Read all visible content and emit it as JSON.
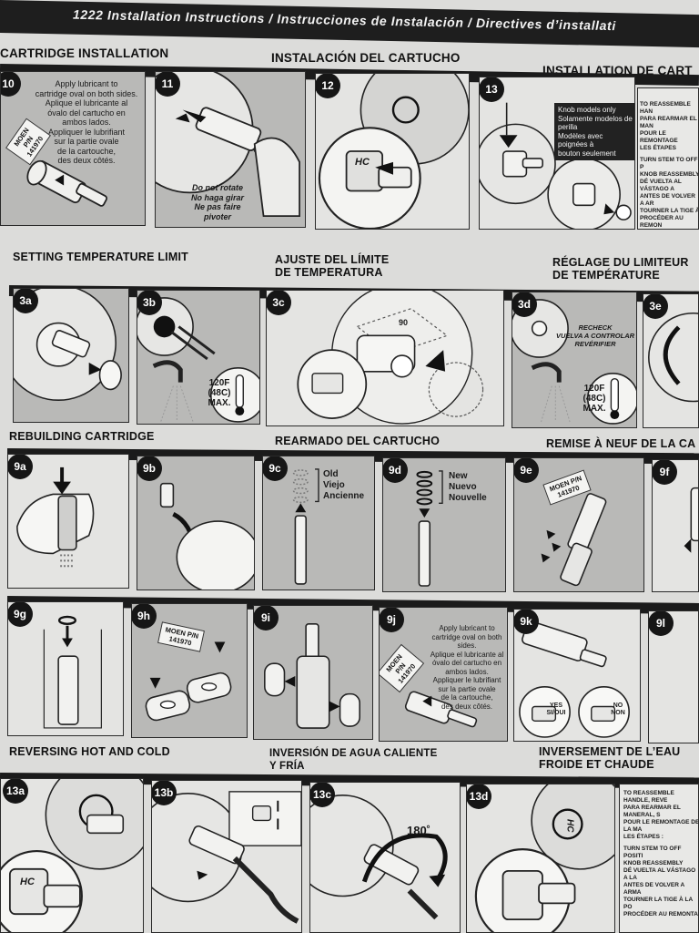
{
  "header": {
    "title": "1222  Installation Instructions / Instrucciones de Instalación / Directives d’installati"
  },
  "sections": {
    "cartridge": {
      "en": "CARTRIDGE INSTALLATION",
      "es": "INSTALACIÓN DEL CARTUCHO",
      "fr": "INSTALLATION DE CART"
    },
    "temp": {
      "en": "SETTING TEMPERATURE LIMIT",
      "es1": "AJUSTE DEL LÍMITE",
      "es2": "DE TEMPERATURA",
      "fr1": "RÉGLAGE DU LIMITEUR",
      "fr2": "DE TEMPÉRATURE"
    },
    "rebuild": {
      "en": "REBUILDING CARTRIDGE",
      "es": "REARMADO DEL CARTUCHO",
      "fr": "REMISE À NEUF DE LA CA"
    },
    "reverse": {
      "en": "REVERSING HOT AND COLD",
      "es1": "INVERSIÓN DE AGUA CALIENTE",
      "es2": "Y FRÍA",
      "fr1": "INVERSEMENT DE L’EAU",
      "fr2": "FROIDE ET CHAUDE"
    }
  },
  "steps": {
    "s10": {
      "num": "10",
      "t1": "Apply lubricant to",
      "t2": "cartridge oval on both sides.",
      "t3": "Aplique el lubricante al",
      "t4": "óvalo del cartucho en",
      "t5": "ambos lados.",
      "t6": "Appliquer le lubrifiant",
      "t7": "sur la partie ovale",
      "t8": "de la cartouche,",
      "t9": "des deux côtés.",
      "tag": "MOEN P/N 141970"
    },
    "s11": {
      "num": "11",
      "t1": "Do not rotate",
      "t2": "No haga girar",
      "t3": "Ne pas faire pivoter"
    },
    "s12": {
      "num": "12",
      "hc": "HC"
    },
    "s13": {
      "num": "13",
      "t1": "Knob models only",
      "t2": "Solamente modelos de perilla",
      "t3": "Modèles avec poignées à",
      "t4": "bouton seulement"
    },
    "s13side": {
      "t1": "TO REASSEMBLE HAN",
      "t2": "PARA REARMAR EL MAN",
      "t3": "POUR LE REMONTAGE",
      "t4": "LES ÉTAPES",
      "t5": "TURN STEM TO OFF P",
      "t6": "KNOB REASSEMBLY",
      "t7": "DÉ VUELTA AL VÁSTAGO A",
      "t8": "ANTES DE VOLVER A AR",
      "t9": "TOURNER LA TIGE À",
      "t10": "PROCÉDER AU REMON"
    },
    "s3a": {
      "num": "3a"
    },
    "s3b": {
      "num": "3b",
      "t1": "120F",
      "t2": "(48C)",
      "t3": "MAX."
    },
    "s3c": {
      "num": "3c",
      "deg": "90"
    },
    "s3d": {
      "num": "3d",
      "t1": "RECHECK",
      "t2": "VUELVA A CONTROLAR",
      "t3": "REVÉRIFIER",
      "t4": "120F",
      "t5": "(48C)",
      "t6": "MAX."
    },
    "s3e": {
      "num": "3e"
    },
    "s9a": {
      "num": "9a"
    },
    "s9b": {
      "num": "9b"
    },
    "s9c": {
      "num": "9c",
      "t1": "Old",
      "t2": "Viejo",
      "t3": "Ancienne"
    },
    "s9d": {
      "num": "9d",
      "t1": "New",
      "t2": "Nuevo",
      "t3": "Nouvelle"
    },
    "s9e": {
      "num": "9e",
      "tag": "MOEN P/N 141970"
    },
    "s9f": {
      "num": "9f"
    },
    "s9g": {
      "num": "9g"
    },
    "s9h": {
      "num": "9h",
      "tag": "MOEN P/N 141970"
    },
    "s9i": {
      "num": "9i"
    },
    "s9j": {
      "num": "9j",
      "t1": "Apply lubricant to",
      "t2": "cartridge oval on both sides.",
      "t3": "Aplique el lubricante al",
      "t4": "óvalo del cartucho en",
      "t5": "ambos lados.",
      "t6": "Appliquer le lubrifiant",
      "t7": "sur la partie ovale",
      "t8": "de la cartouche,",
      "t9": "des deux côtés.",
      "tag": "MOEN P/N 141970"
    },
    "s9k": {
      "num": "9k",
      "yes": "YES SI/OUI",
      "no": "NO NON"
    },
    "s9l": {
      "num": "9l"
    },
    "s13a": {
      "num": "13a",
      "hc": "HC"
    },
    "s13b": {
      "num": "13b"
    },
    "s13c": {
      "num": "13c",
      "deg": "180˚"
    },
    "s13d": {
      "num": "13d",
      "hc": "HC"
    },
    "s13dside": {
      "t1": "TO REASSEMBLE HANDLE, REVE",
      "t2": "PARA REARMAR EL MANERAL, S",
      "t3": "POUR LE REMONTAGE DE LA MA",
      "t4": "LES ÉTAPES :",
      "t5": "TURN STEM TO OFF POSITI",
      "t6": "KNOB REASSEMBLY",
      "t7": "DÉ VUELTA AL VÁSTAGO A LA",
      "t8": "ANTES DE VOLVER A ARMA",
      "t9": "TOURNER LA TIGE À LA PO",
      "t10": "PROCÉDER AU REMONTA"
    }
  }
}
